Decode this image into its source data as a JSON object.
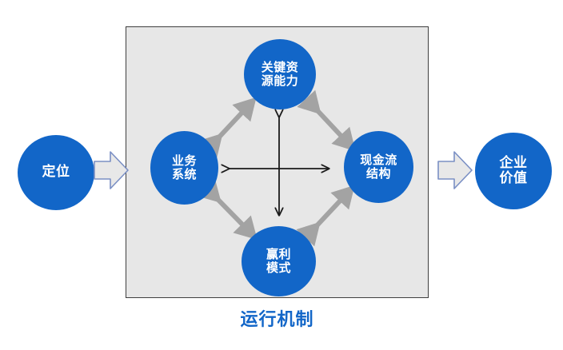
{
  "diagram": {
    "title_caption": "运行机制",
    "colors": {
      "node_blue": "#1266C8",
      "node_text": "#ffffff",
      "box_fill": "#E7E7E7",
      "box_border": "#3f3f3f",
      "gray_arrow": "#A3A3A3",
      "black_arrow": "#1a1a1a",
      "block_arrow_fill": "#E8E8E8",
      "block_arrow_border": "#7A8FC4",
      "caption_blue": "#1266C8",
      "page_background": "#ffffff"
    },
    "outer_nodes": [
      {
        "id": "positioning",
        "label": "定位"
      },
      {
        "id": "enterprise-value",
        "label": "企业\n价值"
      }
    ],
    "inner_nodes": [
      {
        "id": "key-resources",
        "label": "关键资\n源能力",
        "position": "top"
      },
      {
        "id": "business-system",
        "label": "业务\n系统",
        "position": "left"
      },
      {
        "id": "cashflow-structure",
        "label": "现金流\n结构",
        "position": "right"
      },
      {
        "id": "profit-model",
        "label": "赢利\n模式",
        "position": "bottom"
      }
    ],
    "block_arrows": [
      {
        "id": "inflow-arrow",
        "direction": "right",
        "from": "定位",
        "to": "运行机制"
      },
      {
        "id": "outflow-arrow",
        "direction": "right",
        "from": "运行机制",
        "to": "企业价值"
      }
    ],
    "connectors": [
      {
        "id": "business-to-key-resources",
        "style": "gray-double-arrow",
        "endpoints": [
          "业务系统",
          "关键资源能力"
        ]
      },
      {
        "id": "key-resources-to-cashflow",
        "style": "gray-double-arrow",
        "endpoints": [
          "关键资源能力",
          "现金流结构"
        ]
      },
      {
        "id": "business-to-profit-model",
        "style": "gray-double-arrow",
        "endpoints": [
          "业务系统",
          "赢利模式"
        ]
      },
      {
        "id": "profit-model-to-cashflow",
        "style": "gray-double-arrow",
        "endpoints": [
          "赢利模式",
          "现金流结构"
        ]
      },
      {
        "id": "horizontal-cross-arrow",
        "style": "black-double-arrow",
        "endpoints": [
          "业务系统",
          "现金流结构"
        ]
      },
      {
        "id": "vertical-cross-arrow",
        "style": "black-double-arrow",
        "endpoints": [
          "关键资源能力",
          "赢利模式"
        ]
      }
    ]
  }
}
